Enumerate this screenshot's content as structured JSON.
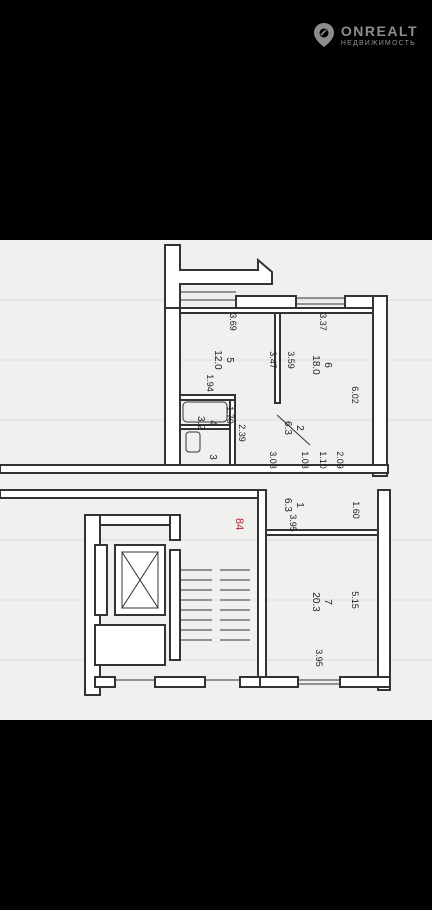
{
  "watermark": {
    "brand": "ONREALT",
    "subtitle": "НЕДВИЖИМОСТЬ",
    "icon": "location-pin-icon"
  },
  "plan": {
    "apartment_number": "84",
    "rooms": [
      {
        "number": "5",
        "area": "12.0"
      },
      {
        "number": "6",
        "area": "18.0"
      },
      {
        "number": "4",
        "area": "3.2"
      },
      {
        "number": "2",
        "area": "6.3"
      },
      {
        "number": "3",
        "area": ""
      },
      {
        "number": "1",
        "area": "6.3"
      },
      {
        "number": "7",
        "area": "20.3"
      }
    ],
    "dimensions": [
      "3.69",
      "3.37",
      "3.59",
      "3.47",
      "6.02",
      "1.94",
      "1.70",
      "2.39",
      "1.10",
      "1.03",
      "3.03",
      "2.09",
      "1.60",
      "3.95",
      "5.15",
      "3.95"
    ]
  }
}
